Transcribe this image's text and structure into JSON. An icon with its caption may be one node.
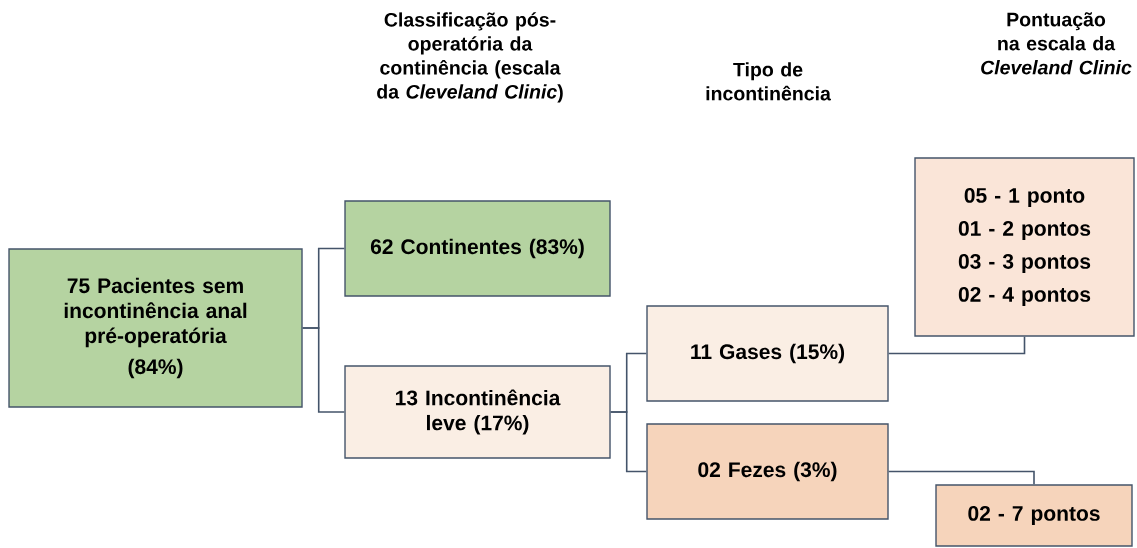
{
  "diagram": {
    "nodes": [
      {
        "text": [
          "75 Pacientes sem incontinência anal pré-operatória",
          "(84%)"
        ]
      },
      {
        "text": [
          "62 Continentes (83%)"
        ]
      },
      {
        "text": [
          "13 Incontinência leve (17%)"
        ]
      },
      {
        "text": [
          "11 Gases (15%)"
        ]
      },
      {
        "text": [
          "02 Fezes (3%)"
        ]
      },
      {
        "text": [
          "05  -  1 ponto",
          "01 - 2 pontos",
          "03 - 3 pontos",
          "02 - 4 pontos"
        ]
      },
      {
        "text": [
          "02 - 7 pontos"
        ]
      }
    ],
    "edges": [
      {
        "from": 0,
        "to": 1,
        "arrow": "none"
      },
      {
        "from": 0,
        "to": 2,
        "arrow": "none"
      },
      {
        "from": 2,
        "to": 3,
        "arrow": "none"
      },
      {
        "from": 2,
        "to": 4,
        "arrow": "none"
      },
      {
        "from": 3,
        "to": 5,
        "arrow": "none"
      },
      {
        "from": 4,
        "to": 6,
        "arrow": "none"
      }
    ],
    "labels": [
      "Classificação pós-operatória da continência (escala da *Cleveland Clinic*)",
      "Tipo de incontinência",
      "Pontuação na escala da *Cleveland Clinic*"
    ]
  }
}
